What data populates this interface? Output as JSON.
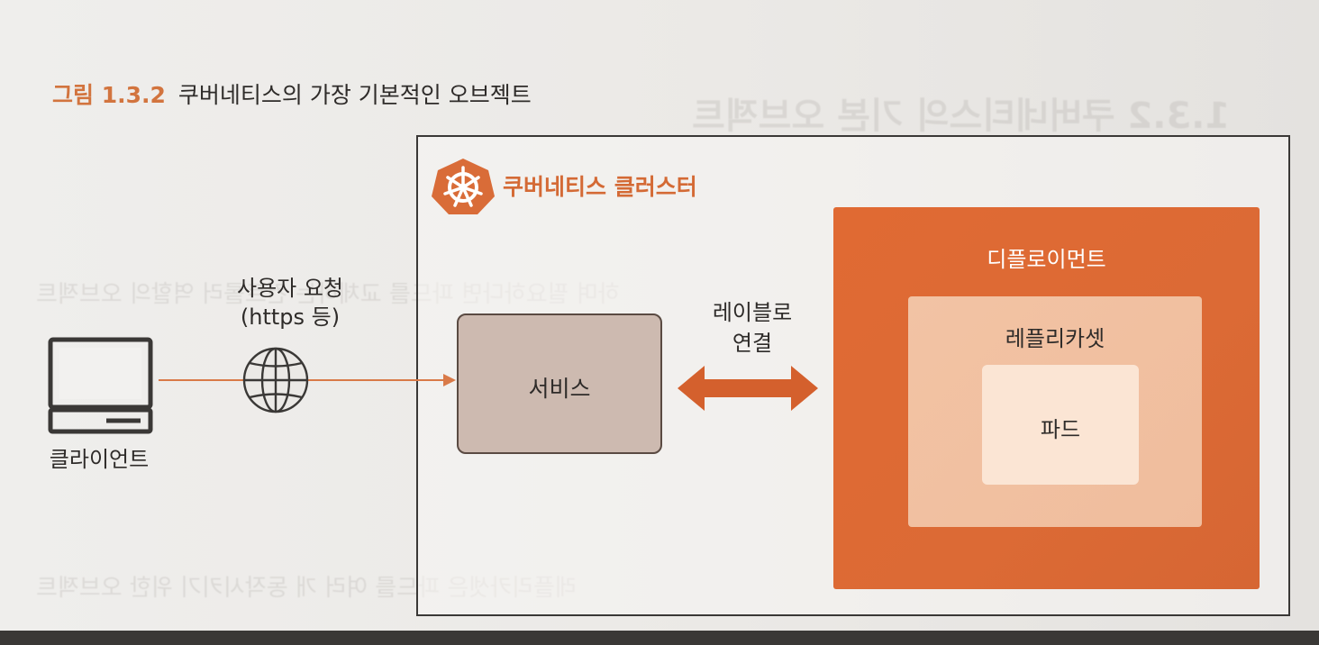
{
  "figure": {
    "number": "그림 1.3.2",
    "caption": "쿠버네티스의 가장 기본적인 오브젝트"
  },
  "cluster": {
    "label": "쿠버네티스 클러스터",
    "icon": "kubernetes-helm-icon"
  },
  "client": {
    "label": "클라이언트",
    "icon": "computer-icon"
  },
  "request": {
    "line1": "사용자 요청",
    "line2": "(https 등)",
    "icon": "globe-icon"
  },
  "service": {
    "label": "서비스"
  },
  "link": {
    "line1": "레이블로",
    "line2": "연결"
  },
  "deployment": {
    "label": "디플로이먼트"
  },
  "replicaset": {
    "label": "레플리카셋"
  },
  "pod": {
    "label": "파드"
  },
  "colors": {
    "accent_orange": "#dc6a35",
    "replicaset_fill": "#f0bd9d",
    "pod_fill": "#fbe5d4",
    "service_fill": "#cdbab0",
    "title_orange": "#d2743e"
  }
}
